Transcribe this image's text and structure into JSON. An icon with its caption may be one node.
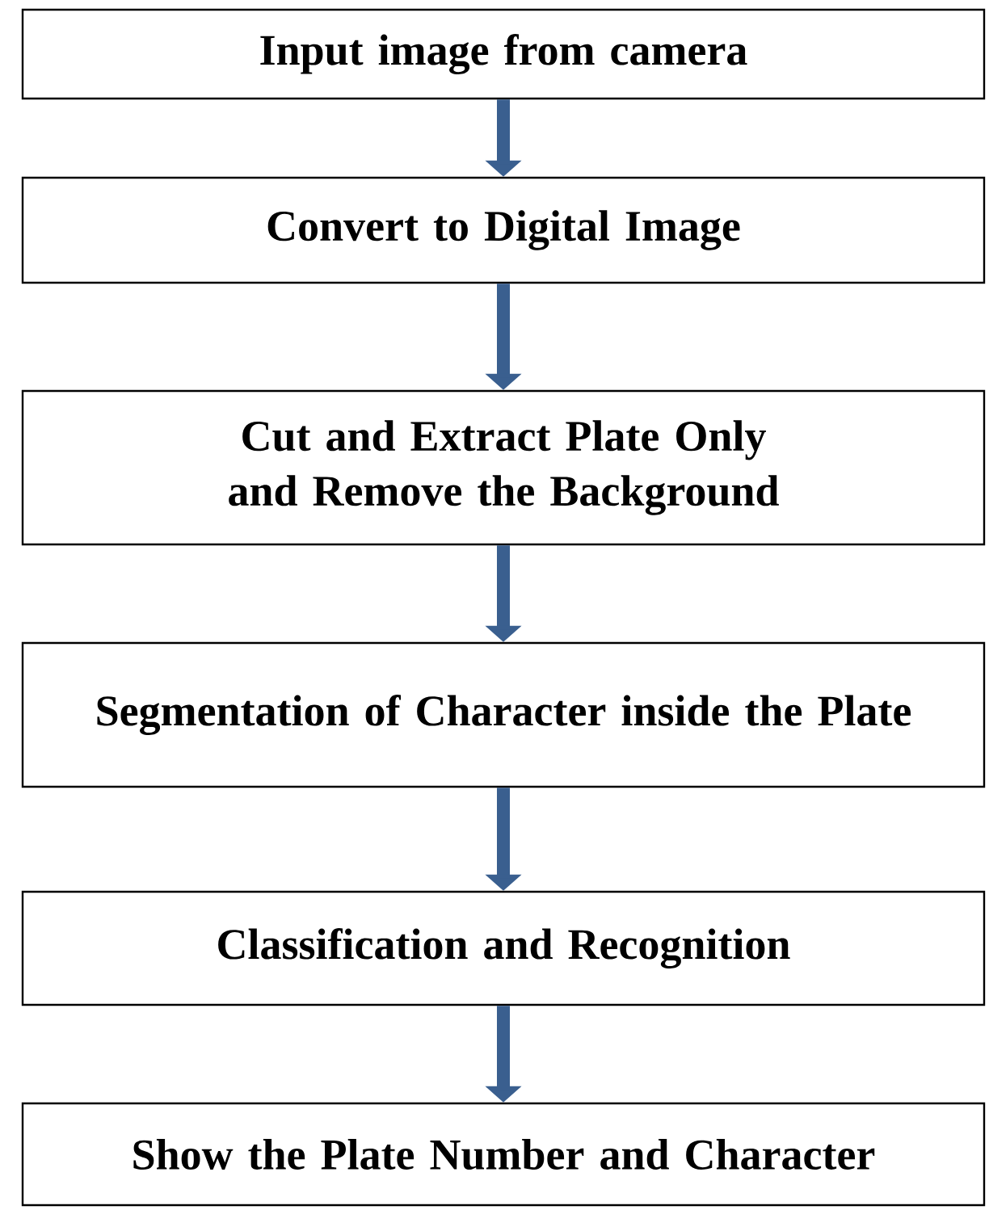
{
  "diagram": {
    "nodes": [
      {
        "text": [
          "Input image from camera"
        ]
      },
      {
        "text": [
          "Convert to Digital Image"
        ]
      },
      {
        "text": [
          "Cut and Extract Plate Only and Remove the Background"
        ]
      },
      {
        "text": [
          "Segmentation of Character inside the Plate"
        ]
      },
      {
        "text": [
          "Classification and Recognition"
        ]
      },
      {
        "text": [
          "Show the Plate Number and Character"
        ]
      }
    ],
    "edges": [
      {
        "from": 0,
        "to": 1,
        "arrow": "to",
        "color": "#3a5f8f"
      },
      {
        "from": 1,
        "to": 2,
        "arrow": "to",
        "color": "#3a5f8f"
      },
      {
        "from": 2,
        "to": 3,
        "arrow": "to",
        "color": "#3a5f8f"
      },
      {
        "from": 3,
        "to": 4,
        "arrow": "to",
        "color": "#3a5f8f"
      },
      {
        "from": 4,
        "to": 5,
        "arrow": "to",
        "color": "#3a5f8f"
      }
    ]
  }
}
